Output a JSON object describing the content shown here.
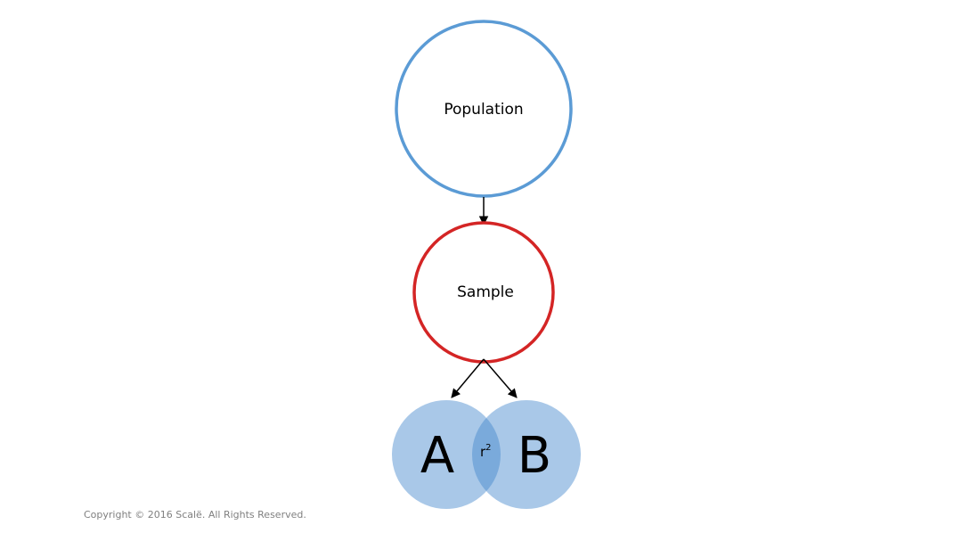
{
  "diagram": {
    "nodes": {
      "population": {
        "label": "Population",
        "stroke": "#5b9bd5"
      },
      "sample": {
        "label": "Sample",
        "stroke": "#d42525"
      }
    },
    "venn": {
      "left_label": "A",
      "right_label": "B",
      "overlap_base": "r",
      "overlap_exponent": "2",
      "fill": "#a9c8e8",
      "overlap_fill": "#7aaadb"
    },
    "edges": [
      {
        "from": "Population",
        "to": "Sample"
      },
      {
        "from": "Sample",
        "to": "A"
      },
      {
        "from": "Sample",
        "to": "B"
      }
    ]
  },
  "footer": {
    "copyright": "Copyright © 2016 Scalë. All Rights Reserved."
  }
}
